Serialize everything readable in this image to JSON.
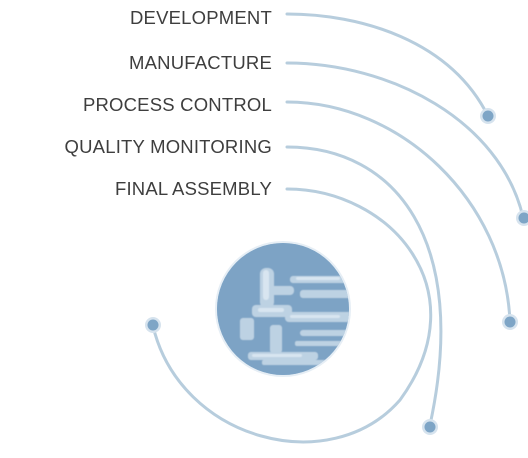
{
  "stages": [
    {
      "label": "DEVELOPMENT"
    },
    {
      "label": "MANUFACTURE"
    },
    {
      "label": "PROCESS CONTROL"
    },
    {
      "label": "QUALITY MONITORING"
    },
    {
      "label": "FINAL ASSEMBLY"
    }
  ],
  "center_image": {
    "description_icon": "dental-chair-icon"
  },
  "colors": {
    "arc": "#b7cddd",
    "dot_fill": "#7ea5c6",
    "dot_ring": "#d6e3ee",
    "circle": "#7fa6c8",
    "text": "#3e3e3e"
  }
}
